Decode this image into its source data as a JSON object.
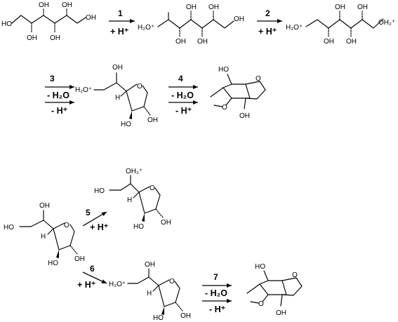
{
  "labels": {
    "oh": "OH",
    "ho": "HO",
    "h2o_plus": "H₂O⁺",
    "oh2_plus": "OH₂⁺",
    "h": "H",
    "o": "O"
  },
  "steps": [
    {
      "number": "1",
      "conditions": [
        "+ H⁺"
      ]
    },
    {
      "number": "2",
      "conditions": [
        "+ H⁺"
      ]
    },
    {
      "number": "3",
      "conditions": [
        "- H₂O",
        "- H⁺"
      ]
    },
    {
      "number": "4",
      "conditions": [
        "- H₂O",
        "- H⁺"
      ]
    },
    {
      "number": "5",
      "conditions": [
        "+ H⁺"
      ]
    },
    {
      "number": "6",
      "conditions": [
        "+ H⁺"
      ]
    },
    {
      "number": "7",
      "conditions": [
        "- H₂O",
        "- H⁺"
      ]
    }
  ],
  "colors": {
    "ink": "#000000",
    "background": "#ffffff"
  }
}
